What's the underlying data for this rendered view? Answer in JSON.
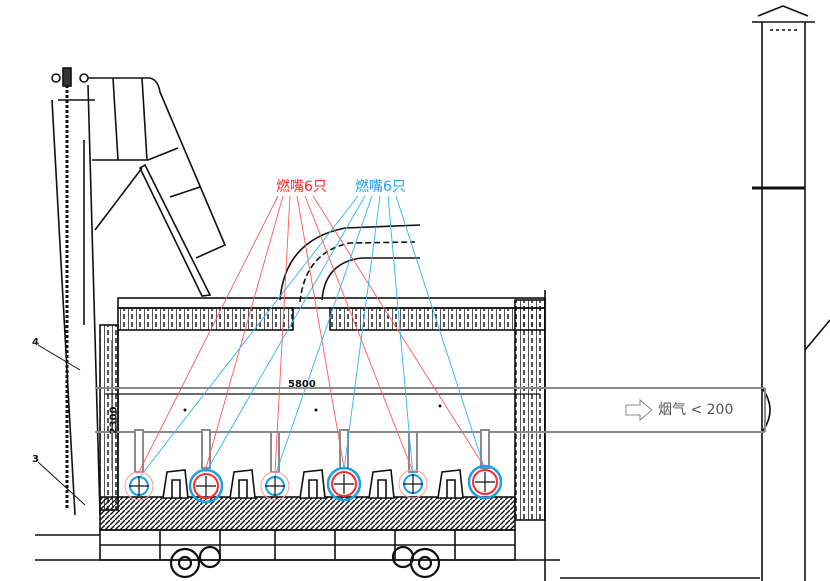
{
  "labels": {
    "burners_red": "燃嘴6只",
    "burners_blue": "燃嘴6只",
    "flue_gas": "烟气 < 200",
    "dim_length": "5800",
    "dim_height": "2300",
    "callout_4": "4",
    "callout_3": "3"
  },
  "colors": {
    "red": "#ff2a2a",
    "blue": "#1aa0e6",
    "gray": "#8a8a8a"
  },
  "icons": {
    "flow_arrow": "hollow-right-arrow-icon"
  }
}
